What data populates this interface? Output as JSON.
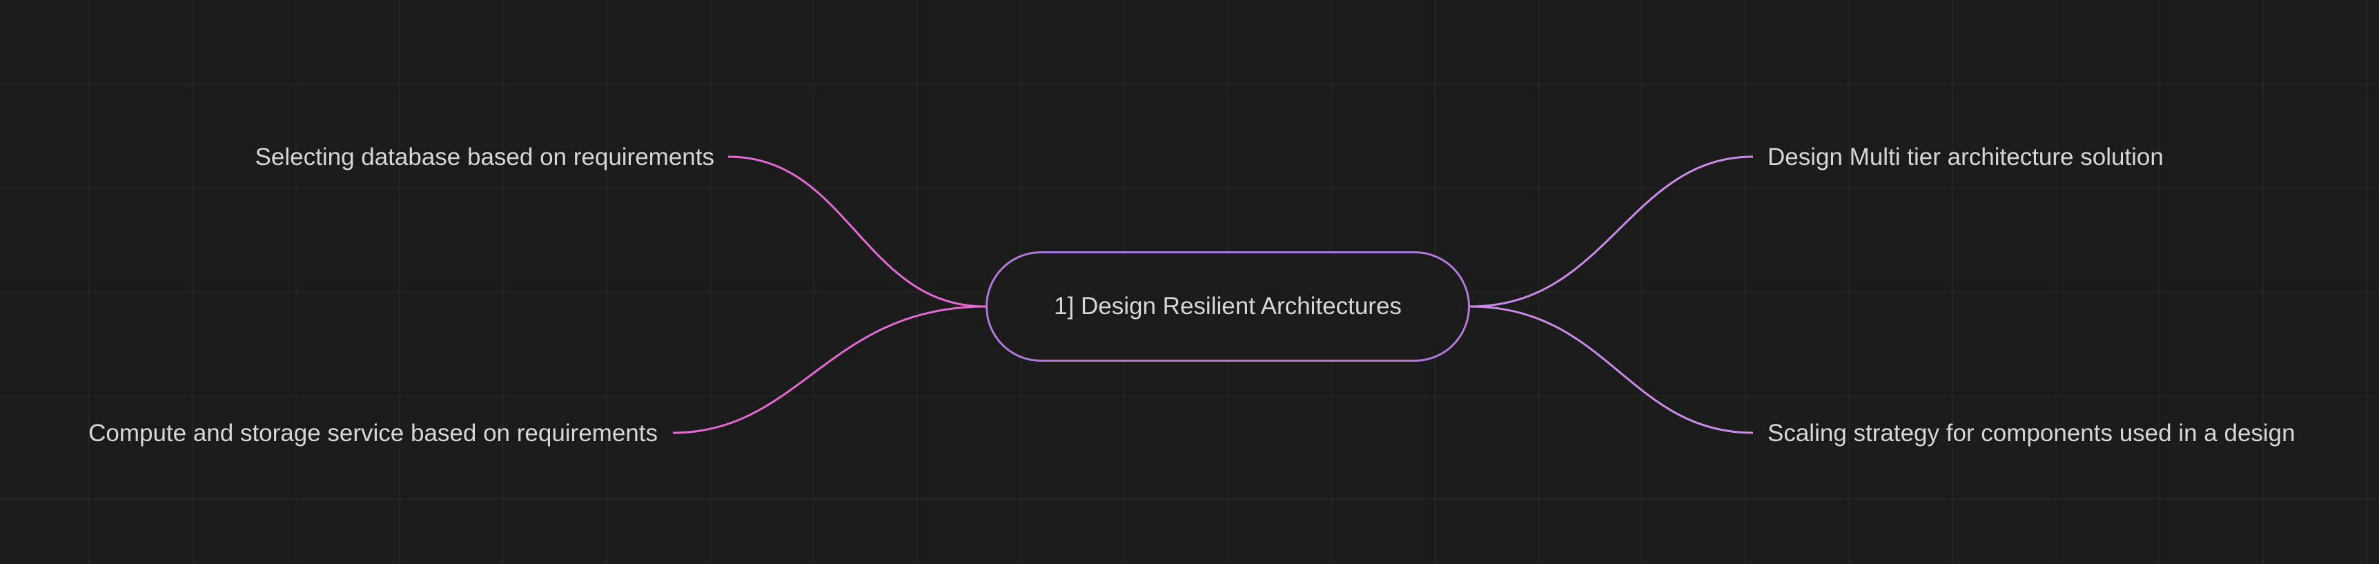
{
  "mindmap": {
    "root": "1] Design Resilient Architectures",
    "branches": {
      "left_top": "Selecting database based on requirements",
      "left_bottom": "Compute and storage service based on requirements",
      "right_top": "Design Multi tier architecture solution",
      "right_bottom": "Scaling strategy for components used in a design"
    }
  },
  "colors": {
    "background": "#1b1b1b",
    "connector_left": "#e26ad3",
    "connector_right": "#c98be8",
    "node_border": "#b07ad8",
    "text": "#d6d6d6"
  }
}
